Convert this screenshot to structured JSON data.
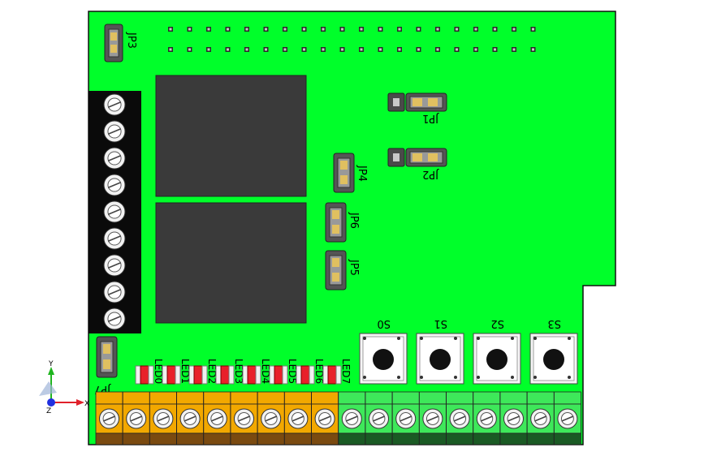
{
  "board": {
    "color": "#00ff2a",
    "outline": "#101010"
  },
  "jumpers": {
    "jp1": "JP1",
    "jp2": "JP2",
    "jp3": "JP3",
    "jp4": "JP4",
    "jp5": "JP5",
    "jp6": "JP6",
    "jp7": "JP7"
  },
  "leds": [
    "LED0",
    "LED1",
    "LED2",
    "LED3",
    "LED4",
    "LED5",
    "LED6",
    "LED7"
  ],
  "switches": [
    "S0",
    "S1",
    "S2",
    "S3"
  ],
  "triad": {
    "x": "X",
    "y": "Y",
    "z": "Z"
  },
  "colors": {
    "relay": "#3a3a3a",
    "terminal_orange": "#f2a800",
    "terminal_green": "#3ee85a",
    "terminal_black": "#0a0a0a",
    "led_red": "#e8202a"
  }
}
